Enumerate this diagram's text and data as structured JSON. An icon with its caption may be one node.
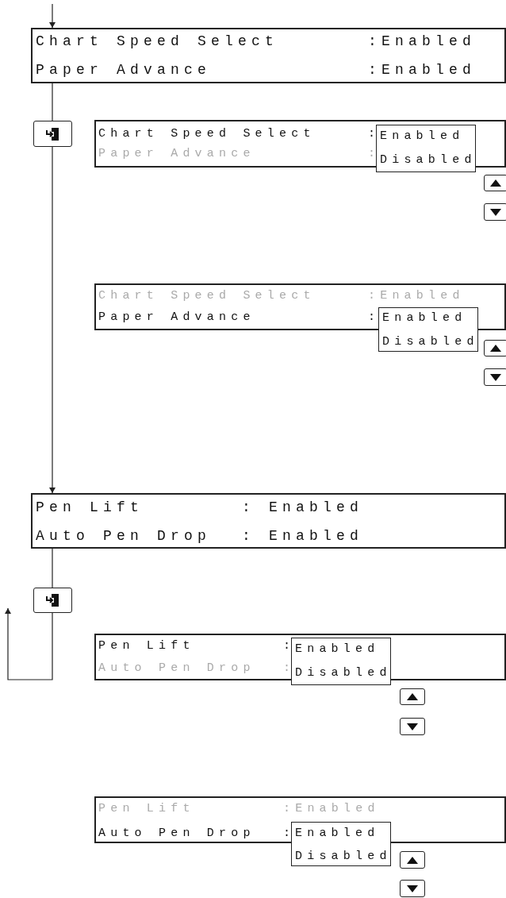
{
  "diagram": {
    "nodes": [
      {
        "text": [
          "Chart Speed Select",
          ":Enabled",
          "Paper Advance",
          ":Enabled"
        ]
      },
      {
        "text": [],
        "shape": "box"
      },
      {
        "text": [
          "Chart Speed Select",
          ":",
          "Paper Advance",
          ":"
        ]
      },
      {
        "text": [
          "Enabled",
          "Disabled"
        ]
      },
      {
        "text": [],
        "shape": "box"
      },
      {
        "text": [],
        "shape": "box"
      },
      {
        "text": [
          "Chart Speed Select",
          ":Enabled",
          "Paper Advance",
          ":"
        ]
      },
      {
        "text": [
          "Enabled",
          "Disabled"
        ]
      },
      {
        "text": [],
        "shape": "box"
      },
      {
        "text": [],
        "shape": "box"
      },
      {
        "text": [
          "Pen Lift",
          ": Enabled",
          "Auto Pen Drop",
          ": Enabled"
        ]
      },
      {
        "text": [],
        "shape": "box"
      },
      {
        "text": [
          "Pen Lift",
          ":",
          "Auto Pen Drop",
          ":"
        ]
      },
      {
        "text": [
          "Enabled",
          "Disabled"
        ]
      },
      {
        "text": [],
        "shape": "box"
      },
      {
        "text": [],
        "shape": "box"
      },
      {
        "text": [
          "Pen Lift",
          ":Enabled",
          "Auto Pen Drop",
          ":"
        ]
      },
      {
        "text": [
          "Enabled",
          "Disabled"
        ]
      },
      {
        "text": [],
        "shape": "box"
      },
      {
        "text": [],
        "shape": "box"
      }
    ],
    "edges": [
      {
        "from": null,
        "to": 0,
        "arrow": "to"
      },
      {
        "from": 0,
        "to": 1,
        "arrow": "none"
      },
      {
        "from": 1,
        "to": 10,
        "arrow": "to"
      },
      {
        "from": 10,
        "to": 11,
        "arrow": "none"
      },
      {
        "from": 11,
        "to": null,
        "arrow": "to"
      }
    ]
  }
}
